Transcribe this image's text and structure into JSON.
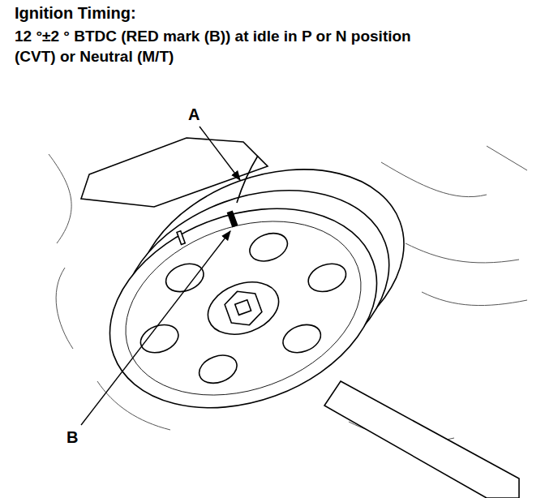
{
  "diagram": {
    "title": "Ignition Timing:",
    "labels": [
      "12 °±2 ° BTDC (RED mark (B)) at idle in P or N position (CVT) or Neutral (M/T)",
      "A",
      "B"
    ]
  }
}
